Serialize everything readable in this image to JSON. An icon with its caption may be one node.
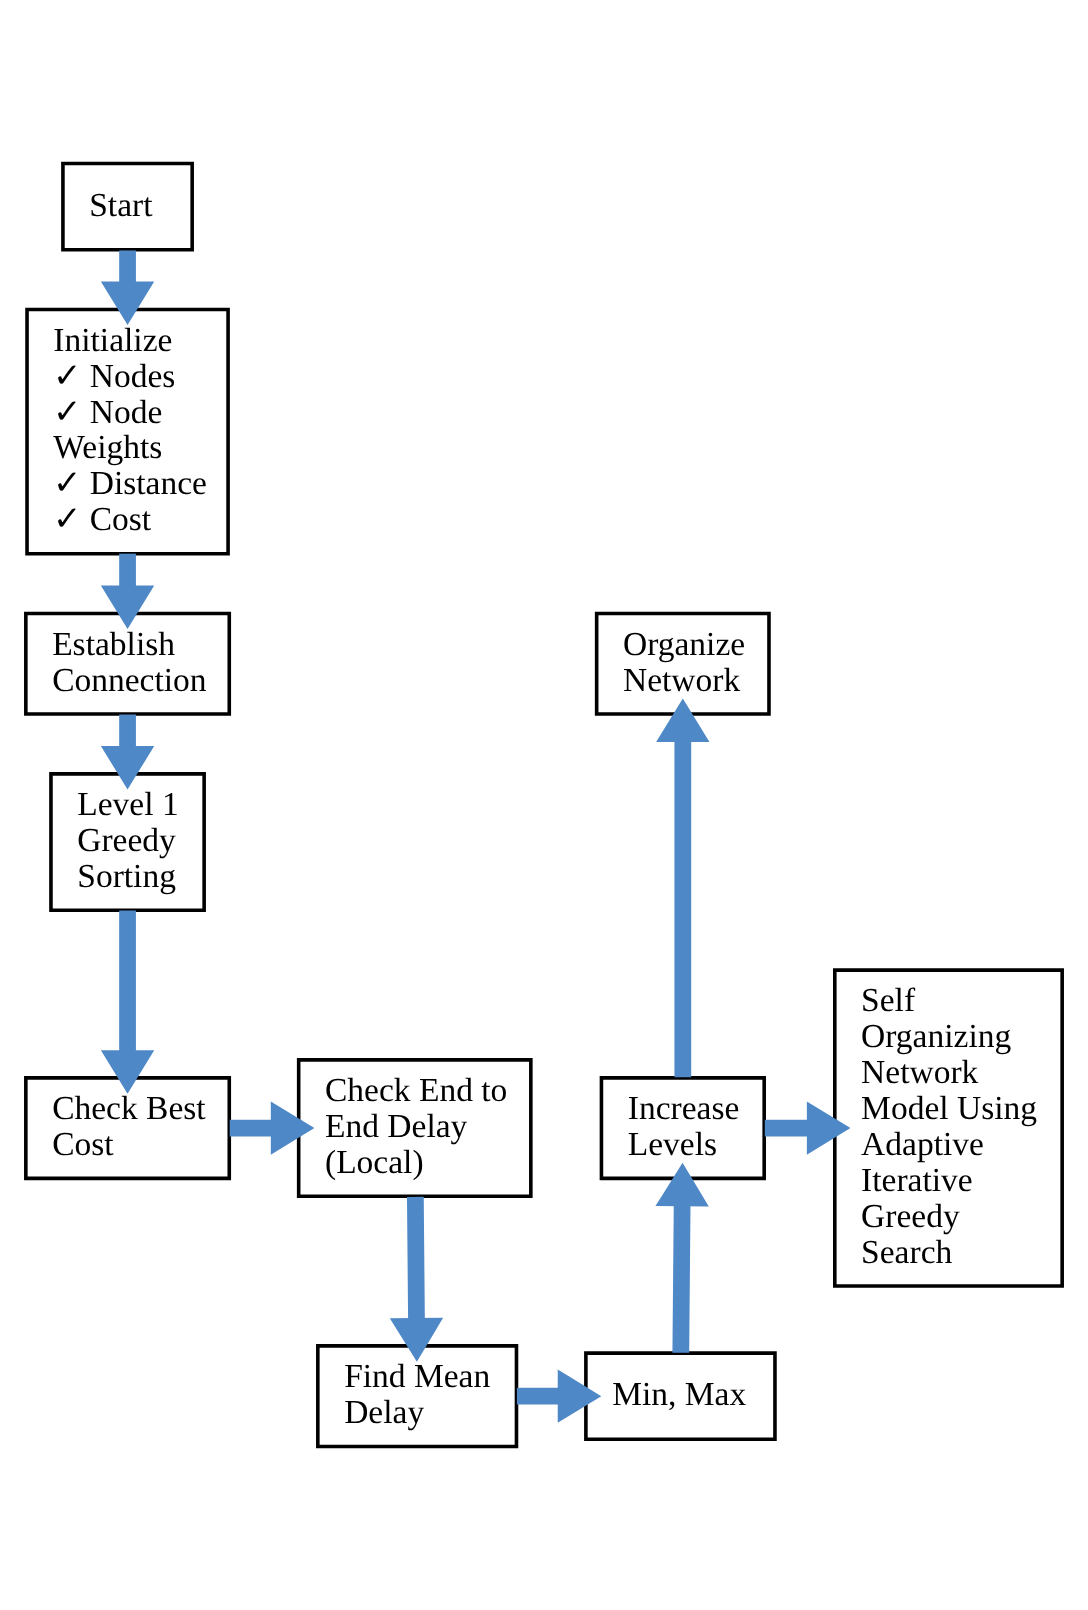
{
  "diagram": {
    "nodes": [
      {
        "text": [
          "Start"
        ]
      },
      {
        "text": [
          "Initialize",
          "✓ Nodes",
          "✓ Node Weights",
          "✓ Distance",
          "✓ Cost"
        ]
      },
      {
        "text": [
          "Establish Connection"
        ]
      },
      {
        "text": [
          "Level 1 Greedy Sorting"
        ]
      },
      {
        "text": [
          "Check Best Cost"
        ]
      },
      {
        "text": [
          "Check End to End Delay (Local)"
        ]
      },
      {
        "text": [
          "Find Mean Delay"
        ]
      },
      {
        "text": [
          "Min, Max"
        ]
      },
      {
        "text": [
          "Increase Levels"
        ]
      },
      {
        "text": [
          "Organize Network"
        ]
      },
      {
        "text": [
          "Self Organizing Network Model Using Adaptive Iterative Greedy Search"
        ]
      }
    ],
    "edges": [
      {
        "from": 0,
        "to": 1,
        "arrow": "to"
      },
      {
        "from": 1,
        "to": 2,
        "arrow": "to"
      },
      {
        "from": 2,
        "to": 3,
        "arrow": "to"
      },
      {
        "from": 3,
        "to": 4,
        "arrow": "to"
      },
      {
        "from": 4,
        "to": 5,
        "arrow": "to"
      },
      {
        "from": 5,
        "to": 6,
        "arrow": "to"
      },
      {
        "from": 6,
        "to": 7,
        "arrow": "to"
      },
      {
        "from": 7,
        "to": 8,
        "arrow": "to"
      },
      {
        "from": 8,
        "to": 9,
        "arrow": "to"
      },
      {
        "from": 8,
        "to": 10,
        "arrow": "to"
      }
    ]
  }
}
